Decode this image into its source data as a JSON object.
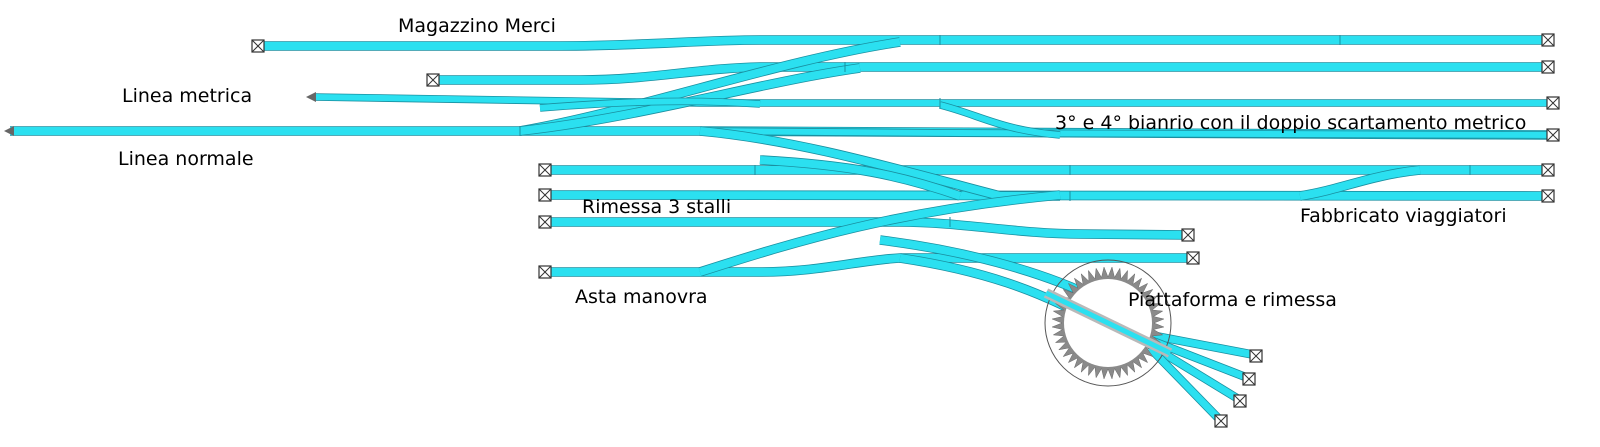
{
  "labels": {
    "goods_shed": "Magazzino Merci",
    "metric_line": "Linea metrica",
    "normal_line": "Linea normale",
    "dual_gauge": "3° e 4° bianrio con il doppio scartamento metrico",
    "engine_shed": "Rimessa 3 stalli",
    "station_building": "Fabbricato viaggiatori",
    "shunting_neck": "Asta manovra",
    "turntable": "Piattaforma e rimessa"
  },
  "colors": {
    "track": "#2be0f0",
    "track_edge": "#1a8fa0",
    "turntable_teeth": "#8a8a8a",
    "turntable_bridge": "#b9b9b9"
  },
  "icons": [
    "buffer-stop-icon",
    "arrow-left-icon",
    "turntable-icon"
  ]
}
